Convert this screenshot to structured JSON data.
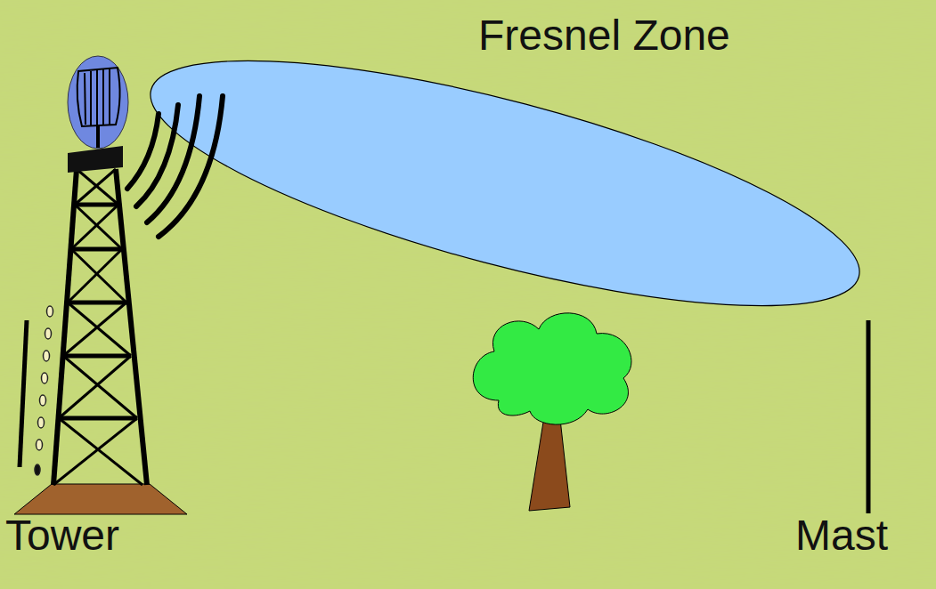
{
  "diagram": {
    "labels": [
      "Fresnel Zone",
      "Tower",
      "Mast"
    ]
  }
}
